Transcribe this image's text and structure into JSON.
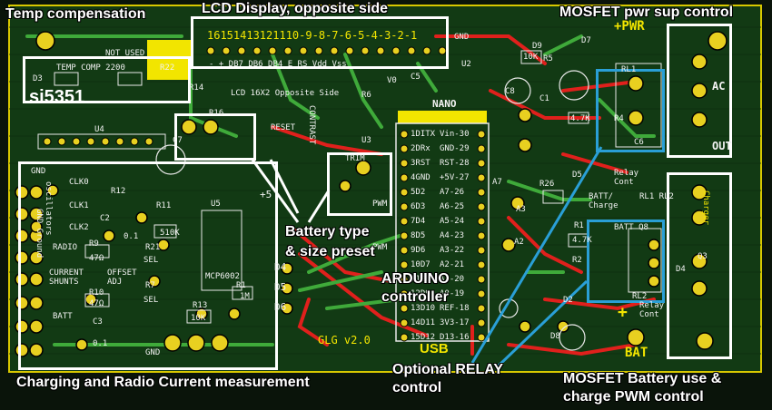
{
  "labels": {
    "temp_comp": "Temp compensation",
    "lcd": "LCD Display, opposite side",
    "mosfet_pwr": "MOSFET pwr sup control",
    "battery_preset_1": "Battery type",
    "battery_preset_2": "& size preset",
    "arduino_1": "ARDUINO",
    "arduino_2": "controller",
    "relay_1": "Optional RELAY",
    "relay_2": "control",
    "charging": "Charging and Radio Current measurement",
    "mosfet_batt_1": "MOSFET Battery use &",
    "mosfet_batt_2": "charge PWM control",
    "si5351": "si5351"
  },
  "silkscreen": {
    "not_used": "NOT USED",
    "temp_comp": "TEMP COMP 2200",
    "d3": "D3",
    "r22": "R22",
    "r14": "R14",
    "pin_numbers": "16151413121110-9-8-7-6-5-4-3-2-1",
    "lcd_pins": "-    +   DB7  DB6   DB4   E  RS  Vdd Vss",
    "lcd_16x2": "LCD 16X2 Opposite Side",
    "v0": "V0",
    "u2": "U2",
    "c5": "C5",
    "r6": "R6",
    "gnd": "GND",
    "pwr": "+PWR",
    "d9": "D9",
    "d7": "D7",
    "r5": "R5",
    "r4": "R4",
    "ten_k": "10K",
    "c8": "C8",
    "c1": "C1",
    "c6": "C6",
    "rl1": "RL1",
    "ac": "AC",
    "out": "OUT",
    "nano": "NANO",
    "u4": "U4",
    "r16": "R16",
    "c7": "C7",
    "reset": "RESET",
    "plus5": "+5",
    "contrast": "CONTRAST",
    "trim": "TRIM",
    "pwm": "PWM",
    "u3": "U3",
    "a7": "A7",
    "a3": "A3",
    "a2": "A2",
    "r26": "R26",
    "d5": "D5",
    "batt_charge": "BATT/\nCharge",
    "relay_cont": "Relay\nCont",
    "rl1_rl2": "RL1 RL2",
    "charger": "Charger",
    "clk0": "CLK0",
    "clk1": "CLK1",
    "clk2": "CLK2",
    "radio": "RADIO",
    "current_shunt": "CURRENT\nSHUNTS",
    "batt": "BATT",
    "oscillators": "oscillators",
    "gnd_ground": "GND Ground",
    "r12": "R12",
    "r11": "R11",
    "five_ten_k": "510K",
    "u5": "U5",
    "c2": "C2",
    "zero_one": "0.1",
    "r9": "R9",
    "r21": "R21",
    "sel": "SEL",
    "offset_adj": "OFFSET\nADJ",
    "forty_seven": "47Ω",
    "r10": "R10",
    "r7": "R7",
    "mcp6002": "MCP6002",
    "r1": "R1",
    "one_m": "1M",
    "r13": "R13",
    "c3": "C3",
    "gnd_bottom": "GND",
    "glg": "GLG v2.0",
    "usb": "USB",
    "d4": "D4",
    "d6": "D6",
    "d2": "D2",
    "d8": "D8",
    "r2": "R2",
    "r1b": "R1",
    "batt_q8": "BATT  Q8",
    "rl2": "RL2",
    "d4b": "D4",
    "q3": "Q3",
    "bat": "BAT",
    "plus": "+",
    "four_seven": "4.7K",
    "relay_cont2": "Relay\nCont",
    "arduino_pins_left": [
      "1DITX",
      "2DRx",
      "3RST",
      "4GND",
      "5D2",
      "6D3",
      "7D4",
      "8D5",
      "9D6",
      "10D7",
      "11D8",
      "12D9",
      "13D10",
      "14D11",
      "15D12"
    ],
    "arduino_pins_right": [
      "Vin-30",
      "GND-29",
      "RST-28",
      "+5V-27",
      "A7-26",
      "A6-25",
      "A5-24",
      "A4-23",
      "A3-22",
      "A2-21",
      "A1-20",
      "A0-19",
      "REF-18",
      "3V3-17",
      "D13-16"
    ]
  }
}
